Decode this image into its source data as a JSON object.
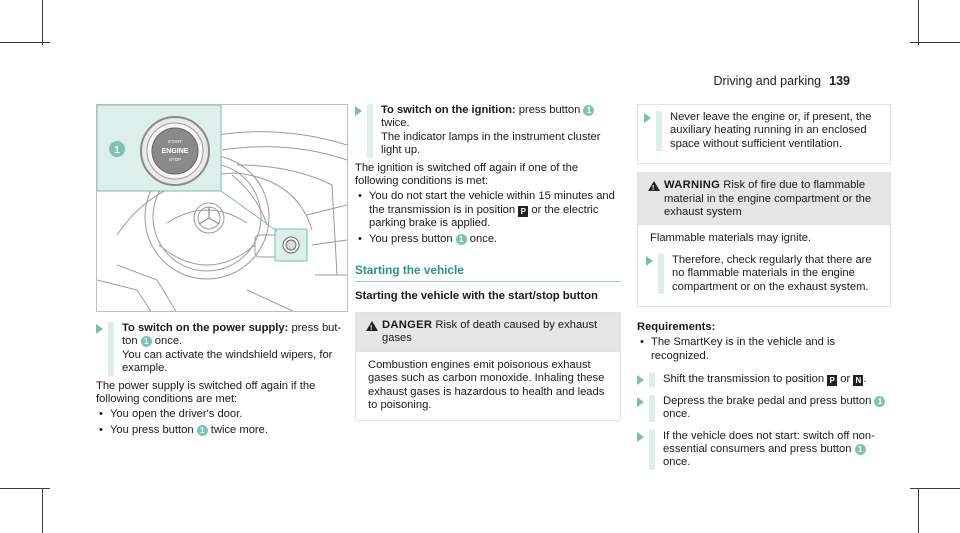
{
  "header": {
    "section": "Driving and parking",
    "page": "139"
  },
  "figure": {
    "callout": "1",
    "button_lines": [
      "START",
      "ENGINE",
      "STOP"
    ]
  },
  "col1": {
    "step_title": "To switch on the power supply:",
    "step_text": " press but-ton ",
    "step_num": "1",
    "step_text2": " once.",
    "step_line2": "You can activate the windshield wipers, for example.",
    "para": "The power supply is switched off again if the following conditions are met:",
    "bullets": [
      {
        "text": "You open the driver's door."
      },
      {
        "pre": "You press button ",
        "num": "1",
        "post": " twice more."
      }
    ]
  },
  "col2": {
    "step_title": "To switch on the ignition:",
    "step_text": " press button ",
    "step_num": "1",
    "step_line2": "twice.",
    "step_line3": "The indicator lamps in the instrument cluster light up.",
    "para": "The ignition is switched off again if one of the following conditions is met:",
    "bullet1_pre": "You do not start the vehicle within 15 minutes and the transmission is in position ",
    "bullet1_key": "P",
    "bullet1_post": " or the electric parking brake is applied.",
    "bullet2_pre": "You press button ",
    "bullet2_num": "1",
    "bullet2_post": " once.",
    "section_title": "Starting the vehicle",
    "subtitle": "Starting the vehicle with the start/stop button",
    "danger_word": "DANGER",
    "danger_head": " Risk of death caused by exhaust gases",
    "danger_body": "Combustion engines emit poisonous exhaust gases such as carbon monoxide. Inhaling these exhaust gases is hazardous to health and leads to poisoning."
  },
  "col3": {
    "info_step": "Never leave the engine or, if present, the auxiliary heating running in an enclosed space without sufficient ventilation.",
    "warning_word": "WARNING",
    "warning_head": " Risk of fire due to flammable material in the engine compartment or the exhaust system",
    "warning_body": "Flammable materials may ignite.",
    "warning_step": "Therefore, check regularly that there are no flammable materials in the engine compartment or on the exhaust system.",
    "req_head": "Requirements:",
    "req_bullet": "The SmartKey is in the vehicle and is recognized.",
    "step1_pre": "Shift the transmission to position ",
    "step1_key1": "P",
    "step1_mid": " or ",
    "step1_key2": "N",
    "step1_post": ".",
    "step2_pre": "Depress the brake pedal and press button ",
    "step2_num": "1",
    "step2_post": " once.",
    "step3_pre": "If the vehicle does not start: switch off non-essential consumers and press button ",
    "step3_num": "1",
    "step3_post": " once."
  }
}
